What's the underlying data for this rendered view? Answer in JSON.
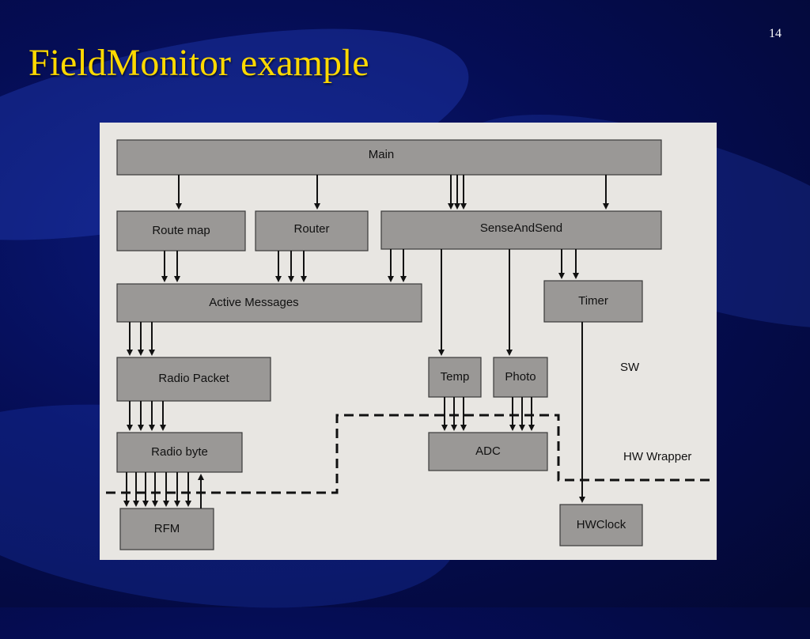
{
  "slide": {
    "number": "14",
    "title": "FieldMonitor example"
  },
  "diagram": {
    "boxes": {
      "main": "Main",
      "route_map": "Route map",
      "router": "Router",
      "sense_and_send": "SenseAndSend",
      "active_messages": "Active Messages",
      "timer": "Timer",
      "radio_packet": "Radio Packet",
      "temp": "Temp",
      "photo": "Photo",
      "adc": "ADC",
      "radio_byte": "Radio byte",
      "rfm": "RFM",
      "hwclock": "HWClock"
    },
    "labels": {
      "sw": "SW",
      "hw_wrapper": "HW Wrapper"
    }
  },
  "colors": {
    "title": "#ffd900",
    "background": "#050d55",
    "box_fill": "#9a9896",
    "figure_bg": "#e8e6e2"
  }
}
